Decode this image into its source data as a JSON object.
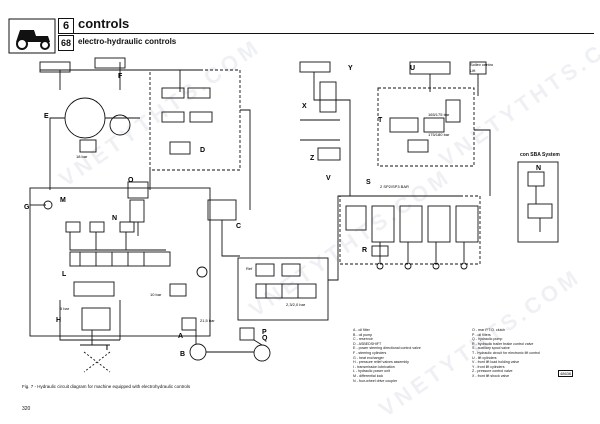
{
  "header": {
    "section_number": "6",
    "sub_number": "68",
    "title": "controls",
    "subtitle": "electro-hydraulic controls"
  },
  "diagram": {
    "component_labels": [
      "F",
      "E",
      "D",
      "O",
      "G",
      "M",
      "N",
      "L",
      "H",
      "I",
      "B",
      "A",
      "P",
      "Q",
      "C",
      "X",
      "Y",
      "U",
      "T",
      "Z",
      "V",
      "S",
      "R",
      "N"
    ],
    "sba_title": "con SBA System",
    "small_texts": [
      "18 bar",
      "21,5 bar",
      "165/175 bar",
      "175/180 bar",
      "2 SP2/SP3 BAR",
      "2,3/2,0 bar",
      "Sollev centro",
      "Lift",
      "Ref",
      "5 bar",
      "10 bar"
    ]
  },
  "legend_left": [
    "A - oil filter",
    "B - oil pump",
    "C - reservoir",
    "D - ASBEDSHIFT",
    "E - power steering directional control valve",
    "F - steering cylinders",
    "G - heat exchanger",
    "H - pressure relief valves assembly",
    "I - transmission lubrication",
    "L - hydraulic power unit",
    "M - differential lock",
    "N - four-wheel drive coupler"
  ],
  "legend_right": [
    "O - rear P.T.O. clutch",
    "P - oil filters",
    "Q - hydraulic pump",
    "R - hydraulic trailer brake control valve",
    "S - auxiliary spool valve",
    "T - hydraulic circuit for electronic lift control",
    "U - lift cylinders",
    "V - front lift load holding valve",
    "Y - front lift cylinders",
    "Z - pressure control valve",
    "X - front lift shock valve"
  ],
  "caption": "Fig. 7 - Hydraulic circuit diagram for machine equipped with electrohydraulic controls",
  "page_number": "320",
  "tag": "48636",
  "watermark": "VNETYTHTS.COM"
}
